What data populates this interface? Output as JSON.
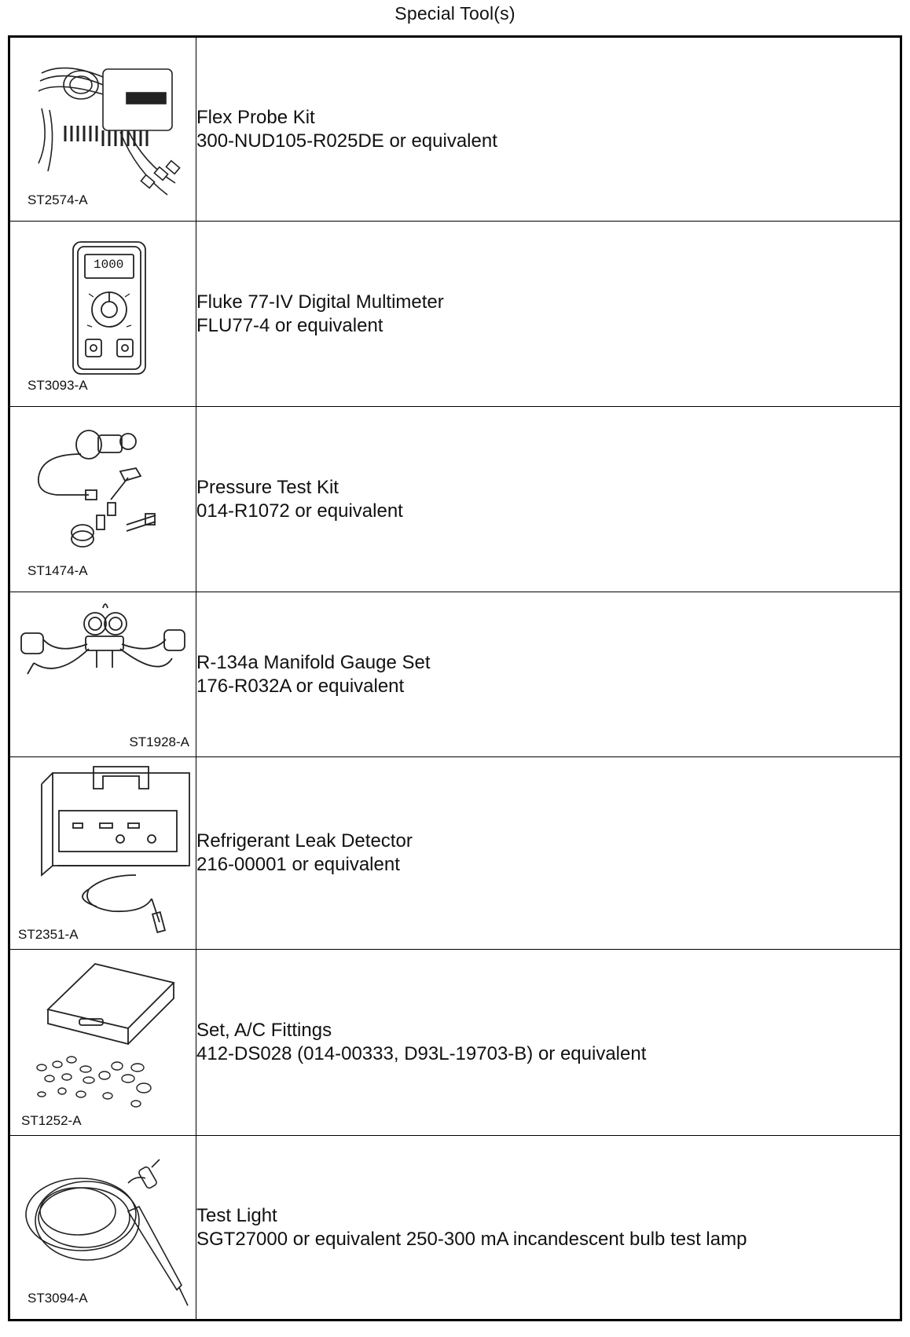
{
  "page_title": "Special Tool(s)",
  "tools": [
    {
      "code": "ST2574-A",
      "name": "Flex Probe Kit",
      "part": "300-NUD105-R025DE or equivalent",
      "icon": "flex-probe-kit-icon"
    },
    {
      "code": "ST3093-A",
      "name": "Fluke 77-IV Digital Multimeter",
      "part": "FLU77-4 or equivalent",
      "icon": "multimeter-icon",
      "display": "1000"
    },
    {
      "code": "ST1474-A",
      "name": "Pressure Test Kit",
      "part": "014-R1072 or equivalent",
      "icon": "pressure-test-kit-icon"
    },
    {
      "code": "ST1928-A",
      "name": "R-134a Manifold Gauge Set",
      "part": "176-R032A or equivalent",
      "icon": "manifold-gauge-icon"
    },
    {
      "code": "ST2351-A",
      "name": "Refrigerant Leak Detector",
      "part": "216-00001 or equivalent",
      "icon": "leak-detector-icon"
    },
    {
      "code": "ST1252-A",
      "name": "Set, A/C Fittings",
      "part": "412-DS028 (014-00333, D93L-19703-B) or equivalent",
      "icon": "fittings-case-icon"
    },
    {
      "code": "ST3094-A",
      "name": "Test Light",
      "part": "SGT27000 or equivalent 250-300 mA incandescent bulb test lamp",
      "icon": "test-light-icon"
    }
  ]
}
